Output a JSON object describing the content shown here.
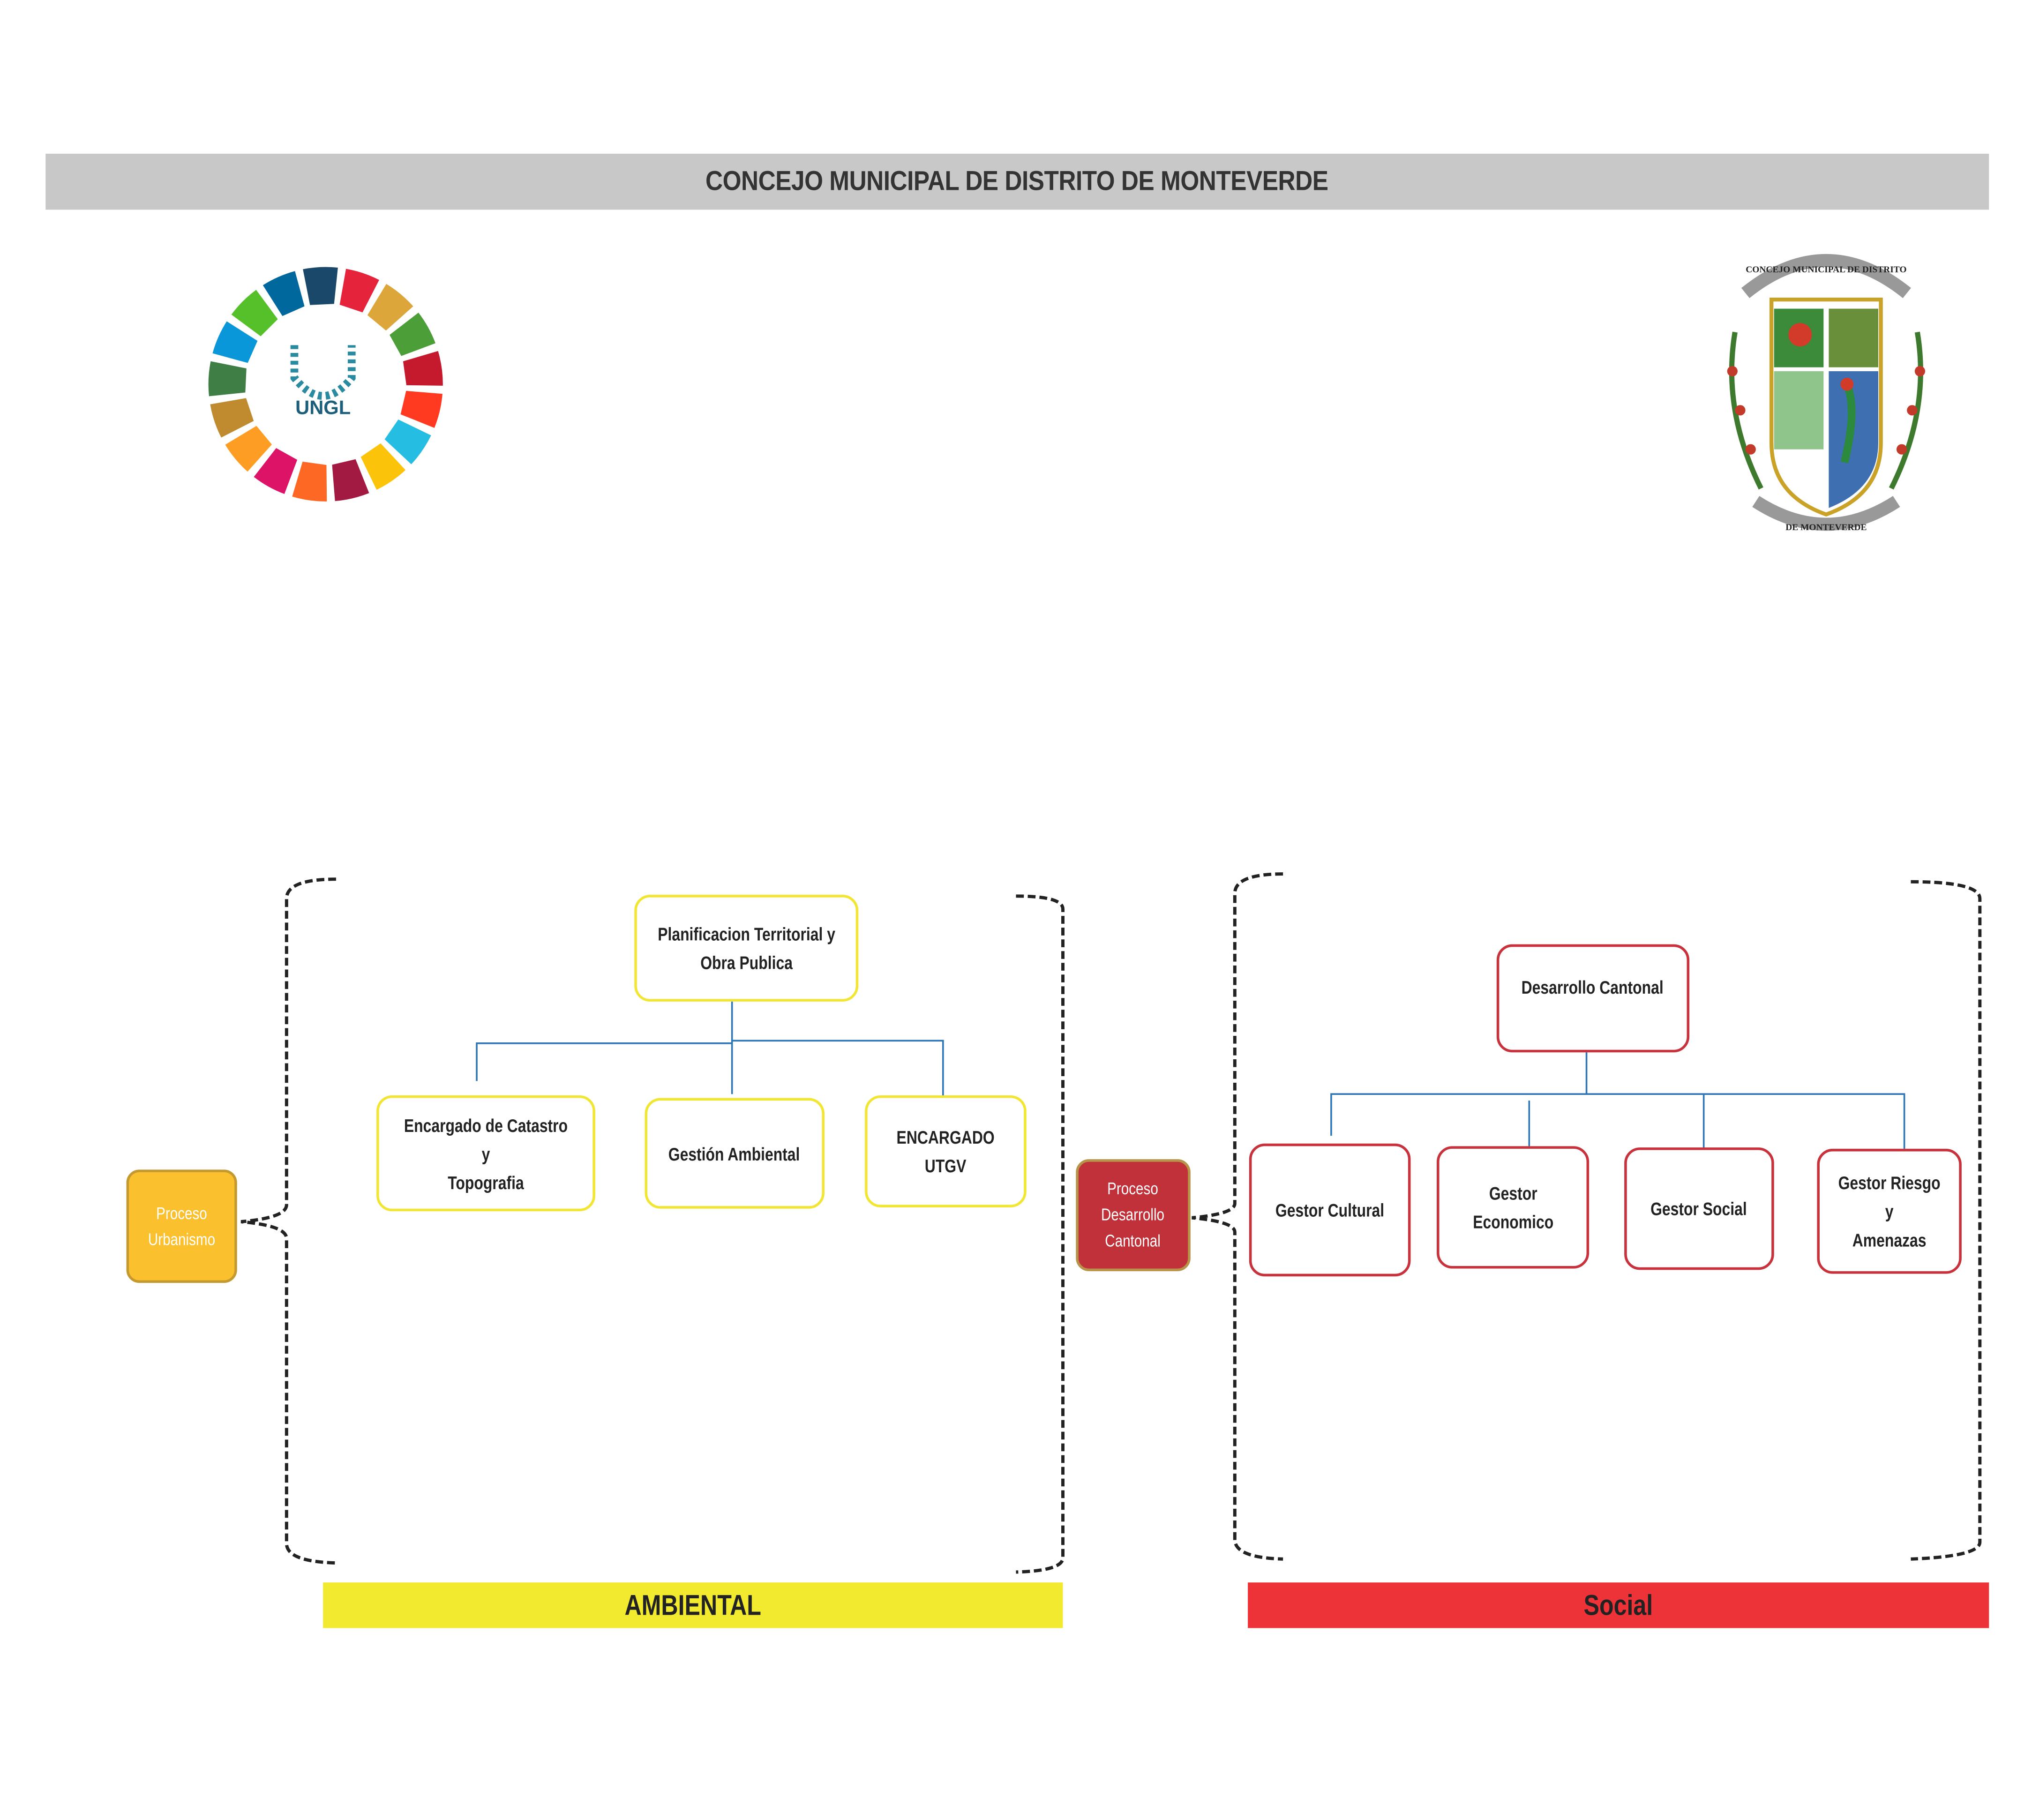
{
  "header": {
    "title": "CONCEJO MUNICIPAL DE DISTRITO DE MONTEVERDE"
  },
  "logos": {
    "left": {
      "name": "UNGL",
      "text": "UNGL"
    },
    "right": {
      "name": "Concejo Municipal de Distrito de Monteverde crest",
      "text_top": "CONCEJO MUNICIPAL DE DISTRITO",
      "text_bottom": "DE MONTEVERDE"
    }
  },
  "ambiental": {
    "process": "Proceso\nUrbanismo",
    "head": "Planificacion Territorial y\nObra Publica",
    "children": [
      "Encargado de Catastro  y\nTopografia",
      "Gestión Ambiental",
      "ENCARGADO\nUTGV"
    ],
    "band": "AMBIENTAL"
  },
  "social": {
    "process": "Proceso\nDesarrollo\nCantonal",
    "head": "Desarrollo Cantonal",
    "children": [
      "Gestor Cultural",
      "Gestor\nEconomico",
      "Gestor Social",
      "Gestor Riesgo y\nAmenazas"
    ],
    "band": "Social"
  },
  "colors": {
    "yellow_border": "#f2e635",
    "red_border": "#c7323c",
    "connector": "#2e75b6",
    "ambiental_band": "#f2ea2e",
    "social_band": "#ee3338",
    "urbanismo_fill": "#fbc02d",
    "desarrollo_fill": "#c0313a"
  }
}
